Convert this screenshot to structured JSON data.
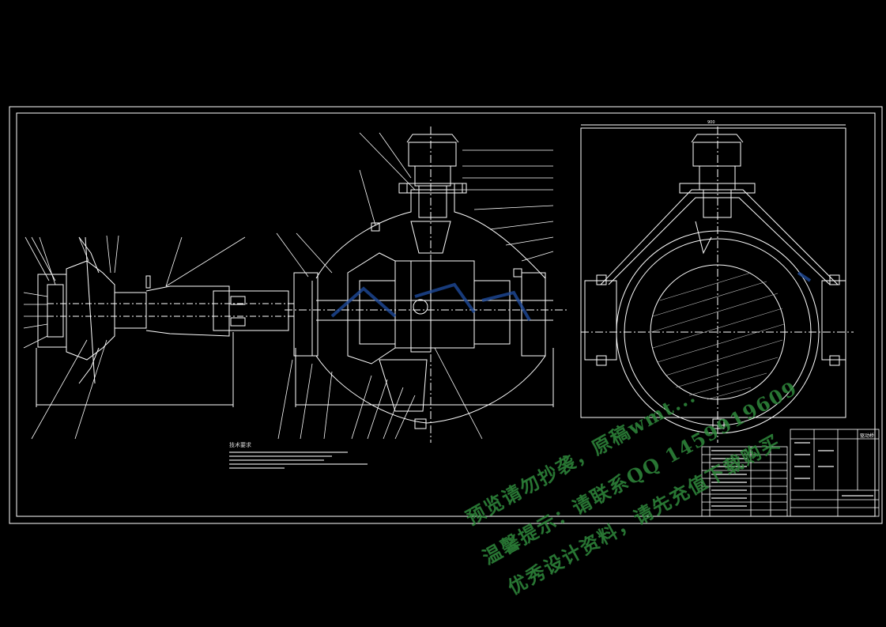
{
  "colors": {
    "background": "#000000",
    "line": "#ffffff",
    "detail": "#c8c8c8",
    "blue_stamp": "#1e4a9a",
    "watermark": "#2f8a3c"
  },
  "technical_requirements_title": "技术要求",
  "watermark": {
    "line1": "预览请勿抄袭，原稿wmt...",
    "line2": "温馨提示：请联系QQ 1459919609",
    "line3": "优秀设计资料，请先充值下载购买"
  },
  "title_block": {
    "drawing_name": "驱动桥"
  },
  "dimension_labels": {
    "width_top_right": "900"
  }
}
